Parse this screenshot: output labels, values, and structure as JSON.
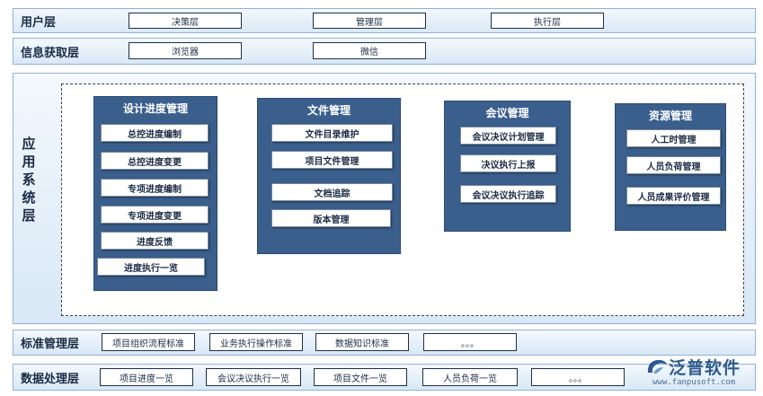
{
  "user_layer": {
    "label": "用户层",
    "items": [
      "决策层",
      "管理层",
      "执行层"
    ]
  },
  "info_layer": {
    "label": "信息获取层",
    "items": [
      "浏览器",
      "微信"
    ]
  },
  "app_layer": {
    "label": "应用系统层",
    "panels": [
      {
        "title": "设计进度管理",
        "items": [
          "总控进度编制",
          "总控进度变更",
          "专项进度编制",
          "专项进度变更",
          "进度反馈",
          "进度执行一览"
        ]
      },
      {
        "title": "文件管理",
        "items": [
          "文件目录维护",
          "项目文件管理",
          "文档追踪",
          "版本管理"
        ]
      },
      {
        "title": "会议管理",
        "items": [
          "会议决议计划管理",
          "决议执行上报",
          "会议决议执行追踪"
        ]
      },
      {
        "title": "资源管理",
        "items": [
          "人工时管理",
          "人员负荷管理",
          "人员成果评价管理"
        ]
      }
    ]
  },
  "standard_layer": {
    "label": "标准管理层",
    "items": [
      "项目组织流程标准",
      "业务执行操作标准",
      "数据知识标准",
      "。。。"
    ]
  },
  "data_layer": {
    "label": "数据处理层",
    "items": [
      "项目进度一览",
      "会议决议执行一览",
      "项目文件一览",
      "人员负荷一览",
      "。。。"
    ]
  },
  "logo": {
    "name": "泛普软件",
    "url": "www.fanpusoft.com",
    "icon": "fanpu-logo-icon",
    "color": "#2c5a8e"
  }
}
